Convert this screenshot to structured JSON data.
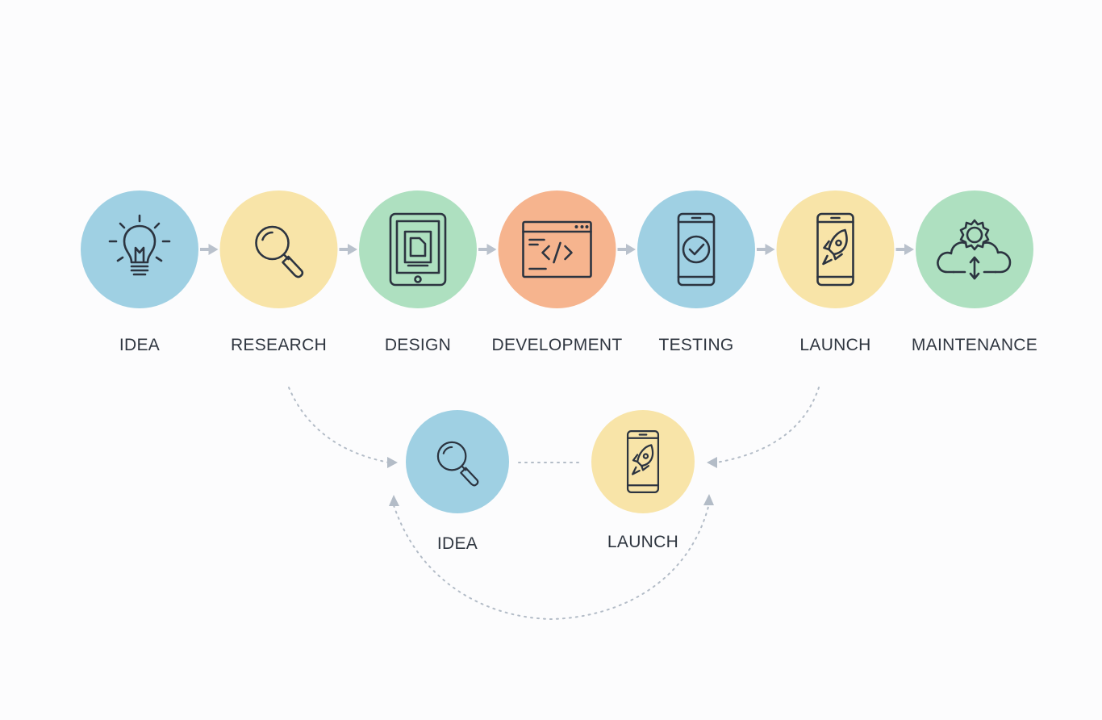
{
  "colors": {
    "background": "#fcfcfd",
    "flow_arrow": "#b9c1cc",
    "loop_dots": "#b3bcc7",
    "icon_stroke": "#2c3440",
    "label_text": "#2f3640",
    "blue": "#9fd0e3",
    "yellow": "#f8e4a8",
    "green": "#aee0c0",
    "orange": "#f6b48e"
  },
  "main_flow": {
    "stages": [
      {
        "id": "idea",
        "label": "IDEA",
        "color": "blue",
        "icon": "lightbulb-icon"
      },
      {
        "id": "research",
        "label": "RESEARCH",
        "color": "yellow",
        "icon": "magnifier-icon"
      },
      {
        "id": "design",
        "label": "DESIGN",
        "color": "green",
        "icon": "tablet-design-icon"
      },
      {
        "id": "development",
        "label": "DEVELOPMENT",
        "color": "orange",
        "icon": "code-window-icon"
      },
      {
        "id": "testing",
        "label": "TESTING",
        "color": "blue",
        "icon": "phone-check-icon"
      },
      {
        "id": "launch",
        "label": "LAUNCH",
        "color": "yellow",
        "icon": "phone-rocket-icon"
      },
      {
        "id": "maintenance",
        "label": "MAINTENANCE",
        "color": "green",
        "icon": "cloud-gear-icon"
      }
    ]
  },
  "loop": {
    "stages": [
      {
        "id": "loop-idea",
        "label": "IDEA",
        "color": "blue",
        "icon": "magnifier-icon"
      },
      {
        "id": "loop-launch",
        "label": "LAUNCH",
        "color": "yellow",
        "icon": "phone-rocket-icon"
      }
    ]
  }
}
